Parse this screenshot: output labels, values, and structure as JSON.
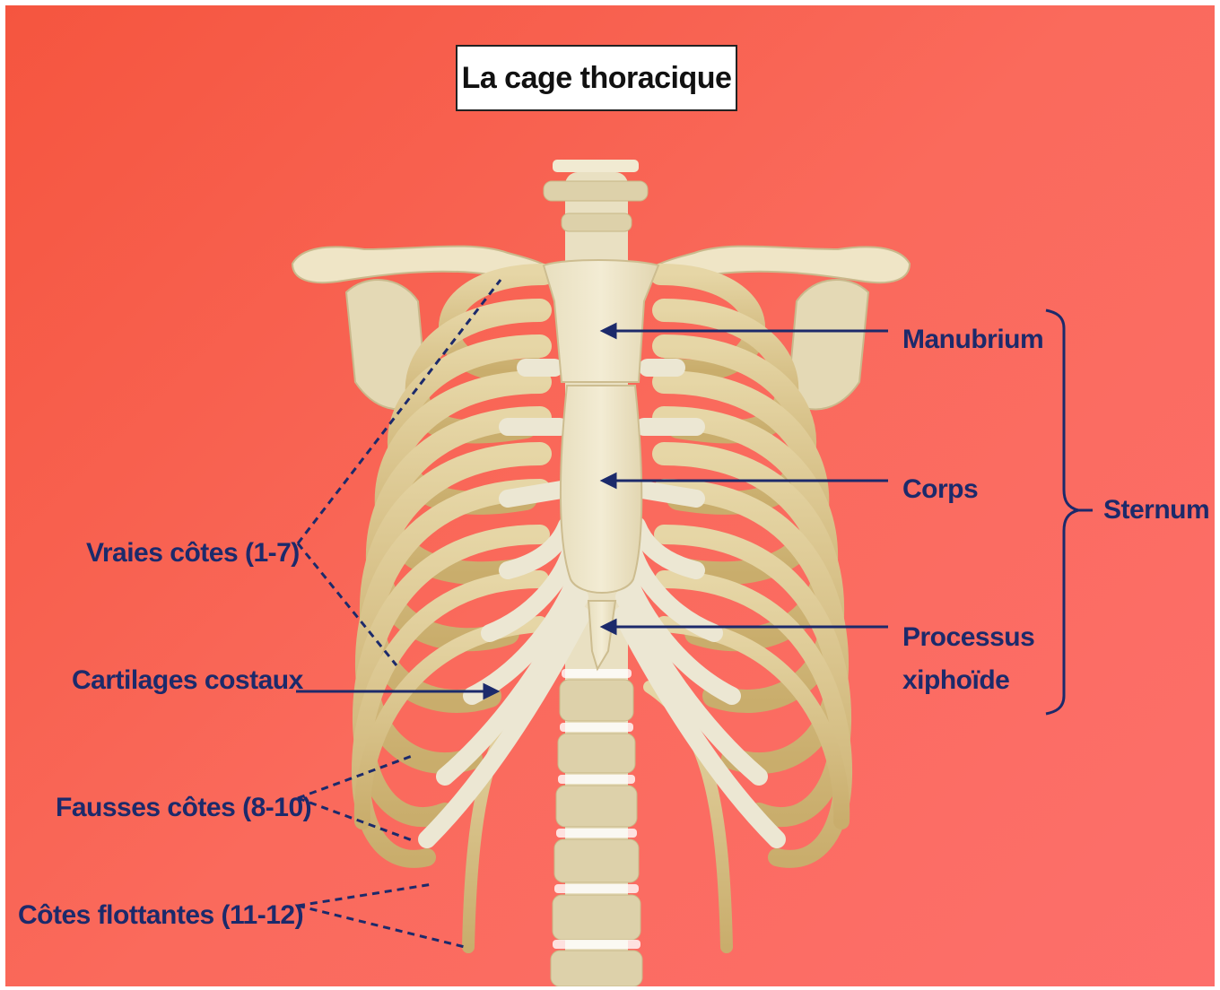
{
  "title": "La cage thoracique",
  "labels": {
    "manubrium": "Manubrium",
    "corps": "Corps",
    "processus_line1": "Processus",
    "processus_line2": "xiphoïde",
    "sternum": "Sternum",
    "vraies_cotes": "Vraies côtes (1-7)",
    "cartilages": "Cartilages costaux",
    "fausses_cotes": "Fausses côtes (8-10)",
    "cotes_flottantes": "Côtes flottantes (11-12)"
  },
  "colors": {
    "label": "#1c2a6b",
    "background_start": "#f5553f",
    "background_end": "#fd6f6b",
    "bone": "#d8c48e",
    "bone_light": "#efe6c8",
    "cartilage": "#ece7d3"
  }
}
